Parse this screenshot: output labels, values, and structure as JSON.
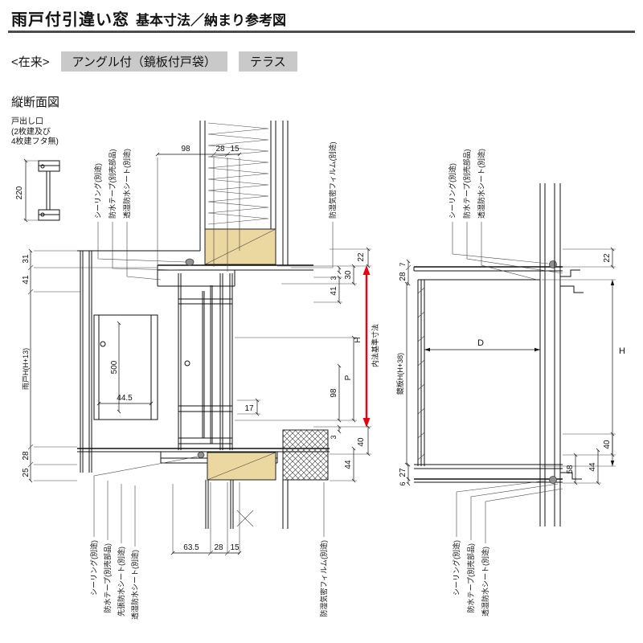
{
  "header": {
    "title_main": "雨戸付引違い窓",
    "title_sub": "基本寸法／納まり参考図"
  },
  "tags": {
    "construction": "<在来>",
    "type": "アングル付（鏡板付戸袋）",
    "series": "テラス"
  },
  "section_title": "縦断面図",
  "door_outlet": {
    "note": "戸出し口\n(2枚建及び\n4枚建フタ無)",
    "dim": "220"
  },
  "colors": {
    "accent_red": "#e60012",
    "wood": "#ebd7a0",
    "tag_bg": "#c9c9c9"
  },
  "left_view": {
    "top_dims": [
      "98",
      "28",
      "15"
    ],
    "bottom_dims": [
      "63.5",
      "28",
      "15"
    ],
    "left_dims": [
      "31",
      "41",
      "雨戸H(H+13)",
      "28",
      "25"
    ],
    "inner_dims": [
      "500",
      "44.5",
      "17"
    ],
    "right_dims": [
      "22",
      "30",
      "3",
      "41",
      "P",
      "98",
      "3",
      "40",
      "44"
    ],
    "height_dim": "H",
    "height_note": "内法基準寸法",
    "top_labels": [
      "シーリング(別途)",
      "防水テープ(別売部品)",
      "透湿防水シート(別途)",
      "防湿気密フィルム(別途)"
    ],
    "bottom_labels": [
      "シーリング(別途)",
      "防水テープ(別売部品)",
      "先張防水シート(別途)",
      "透湿防水シート(別途)",
      "防湿気密フィルム(別途)"
    ]
  },
  "right_view": {
    "left_dims": [
      "7",
      "28",
      "鏡板H(H+38)",
      "27",
      "6"
    ],
    "right_dims": [
      "22",
      "H",
      "40",
      "44",
      "58"
    ],
    "width_dim": "D",
    "top_labels": [
      "シーリング(別途)",
      "防水テープ(別売部品)",
      "透湿防水シート(別途)"
    ],
    "bottom_labels": [
      "シーリング(別途)",
      "防水テープ(別売部品)",
      "透湿防水シート(別途)"
    ]
  }
}
